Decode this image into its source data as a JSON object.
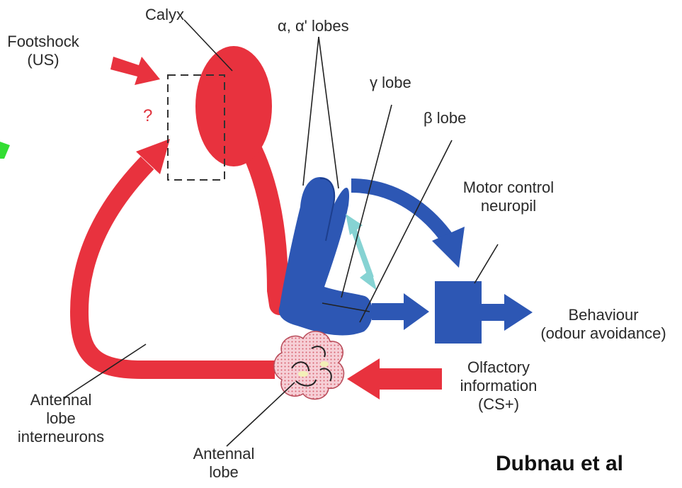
{
  "labels": {
    "calyx": "Calyx",
    "footshock": "Footshock\n(US)",
    "question": "?",
    "alpha_lobes": "α, α' lobes",
    "gamma_lobe": "γ lobe",
    "beta_lobe": "β lobe",
    "motor_control": "Motor control\nneuropil",
    "behaviour": "Behaviour\n(odour avoidance)",
    "olfactory": "Olfactory\ninformation\n(CS+)",
    "antennal_lobe_interneurons": "Antennal\nlobe\ninterneurons",
    "antennal_lobe": "Antennal\nlobe"
  },
  "citation": "Dubnau et al",
  "colors": {
    "red": "#e8323e",
    "blue": "#2d57b4",
    "light_cyan": "#86d3d3",
    "antennal_fill": "#f4c6ce",
    "green_accent": "#33dd33"
  }
}
